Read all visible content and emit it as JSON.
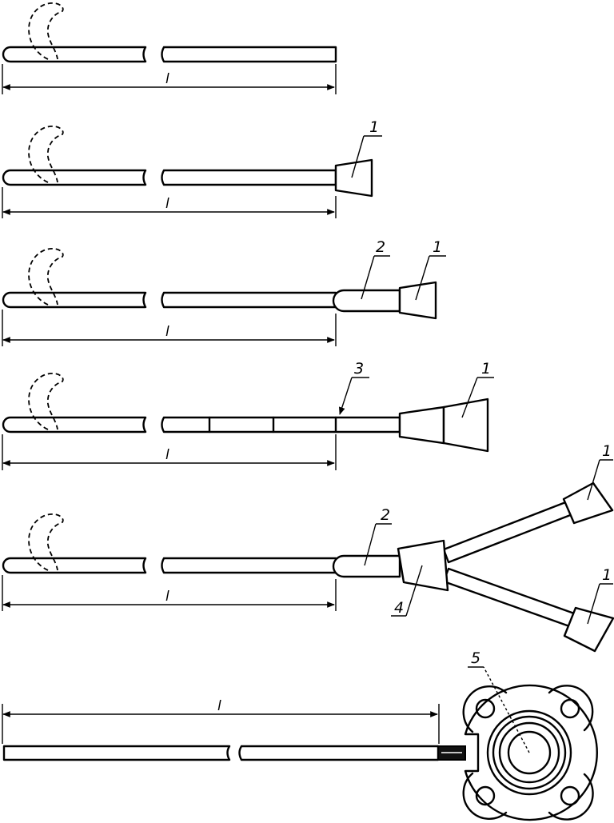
{
  "dimension_label": "l",
  "callouts": {
    "connector": "1",
    "adapter": "2",
    "marker": "3",
    "splitter": "4",
    "port": "5"
  }
}
